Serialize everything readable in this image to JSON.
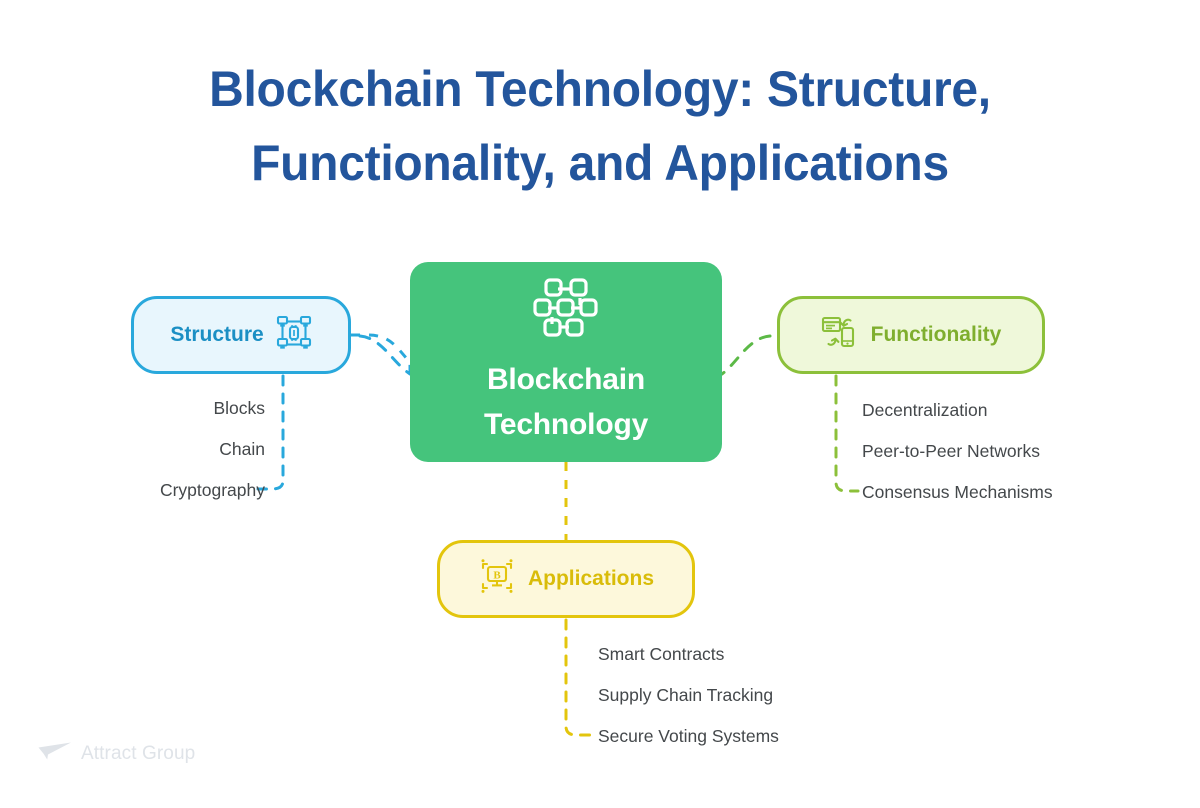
{
  "page": {
    "title_lines": [
      "Blockchain Technology: Structure,",
      "Functionality, and Applications"
    ],
    "background": "#ffffff",
    "title_color": "#23559c"
  },
  "center": {
    "label_lines": [
      "Blockchain",
      "Technology"
    ],
    "label": "Blockchain Technology",
    "icon": "blockchain-network-icon",
    "fill": "#45c47c",
    "text_color": "#ffffff"
  },
  "branches": [
    {
      "id": "structure",
      "label": "Structure",
      "icon": "network-computers-bitcoin-icon",
      "icon_side": "right",
      "fill": "#e8f6fd",
      "border": "#29a8dc",
      "text_color": "#1b8fc4",
      "accent": "#29a8dc",
      "items": [
        "Blocks",
        "Chain",
        "Cryptography"
      ]
    },
    {
      "id": "functionality",
      "label": "Functionality",
      "icon": "device-sync-transfer-icon",
      "icon_side": "left",
      "fill": "#eff8da",
      "border": "#8cc03a",
      "text_color": "#7fae2e",
      "accent": "#8cc03a",
      "items": [
        "Decentralization",
        "Peer-to-Peer Networks",
        "Consensus Mechanisms"
      ]
    },
    {
      "id": "applications",
      "label": "Applications",
      "icon": "bitcoin-monitor-chip-icon",
      "icon_side": "left",
      "fill": "#fdf8db",
      "border": "#e3c50d",
      "text_color": "#d9bc09",
      "accent": "#e3c50d",
      "items": [
        "Smart Contracts",
        "Supply Chain Tracking",
        "Secure Voting Systems"
      ]
    }
  ],
  "logo": {
    "text": "Attract Group",
    "icon": "paper-plane-icon",
    "color": "#dfe3e8"
  }
}
